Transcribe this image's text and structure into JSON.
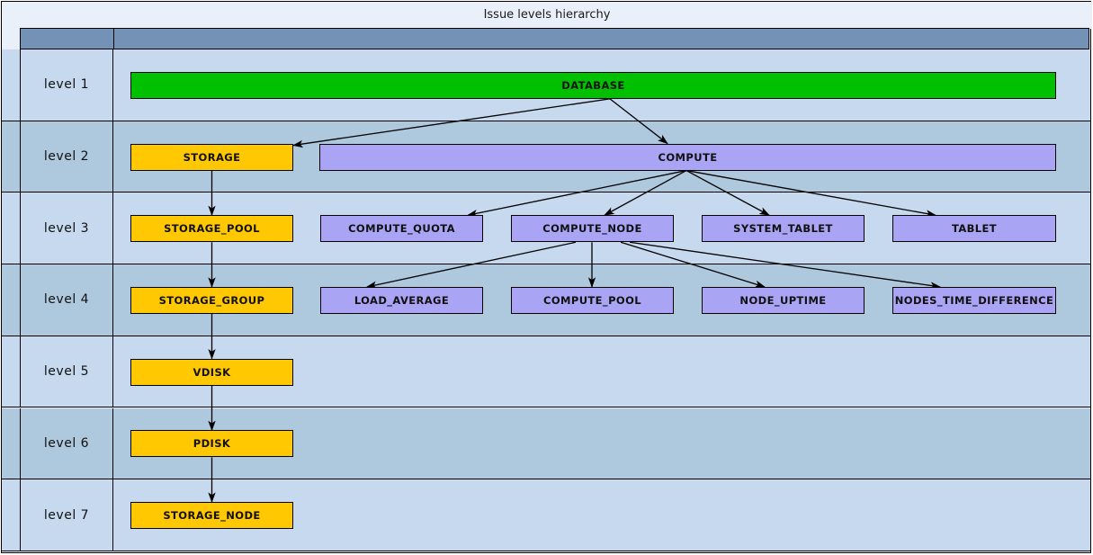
{
  "title": "Issue levels hierarchy",
  "colors": {
    "panel_bg": "#eaf0fa",
    "header_band": "#7392b5",
    "row_light": "#c6d9ee",
    "row_dark": "#aec8dd",
    "green": "#00c000",
    "yellow": "#ffc800",
    "purple": "#aaa4f5",
    "stroke": "#000000"
  },
  "levels": [
    {
      "label": "level 1"
    },
    {
      "label": "level 2"
    },
    {
      "label": "level 3"
    },
    {
      "label": "level 4"
    },
    {
      "label": "level 5"
    },
    {
      "label": "level 6"
    },
    {
      "label": "level 7"
    }
  ],
  "nodes": [
    {
      "id": "database",
      "label": "DATABASE",
      "level": 1,
      "color": "green"
    },
    {
      "id": "storage",
      "label": "STORAGE",
      "level": 2,
      "color": "yellow"
    },
    {
      "id": "compute",
      "label": "COMPUTE",
      "level": 2,
      "color": "purple"
    },
    {
      "id": "storage_pool",
      "label": "STORAGE_POOL",
      "level": 3,
      "color": "yellow"
    },
    {
      "id": "compute_quota",
      "label": "COMPUTE_QUOTA",
      "level": 3,
      "color": "purple"
    },
    {
      "id": "compute_node",
      "label": "COMPUTE_NODE",
      "level": 3,
      "color": "purple"
    },
    {
      "id": "system_tablet",
      "label": "SYSTEM_TABLET",
      "level": 3,
      "color": "purple"
    },
    {
      "id": "tablet",
      "label": "TABLET",
      "level": 3,
      "color": "purple"
    },
    {
      "id": "storage_group",
      "label": "STORAGE_GROUP",
      "level": 4,
      "color": "yellow"
    },
    {
      "id": "load_average",
      "label": "LOAD_AVERAGE",
      "level": 4,
      "color": "purple"
    },
    {
      "id": "compute_pool",
      "label": "COMPUTE_POOL",
      "level": 4,
      "color": "purple"
    },
    {
      "id": "node_uptime",
      "label": "NODE_UPTIME",
      "level": 4,
      "color": "purple"
    },
    {
      "id": "nodes_time_difference",
      "label": "NODES_TIME_DIFFERENCE",
      "level": 4,
      "color": "purple"
    },
    {
      "id": "vdisk",
      "label": "VDISK",
      "level": 5,
      "color": "yellow"
    },
    {
      "id": "pdisk",
      "label": "PDISK",
      "level": 6,
      "color": "yellow"
    },
    {
      "id": "storage_node",
      "label": "STORAGE_NODE",
      "level": 7,
      "color": "yellow"
    }
  ],
  "edges": [
    {
      "from": "database",
      "to": "storage"
    },
    {
      "from": "database",
      "to": "compute"
    },
    {
      "from": "storage",
      "to": "storage_pool"
    },
    {
      "from": "compute",
      "to": "compute_quota"
    },
    {
      "from": "compute",
      "to": "compute_node"
    },
    {
      "from": "compute",
      "to": "system_tablet"
    },
    {
      "from": "compute",
      "to": "tablet"
    },
    {
      "from": "storage_pool",
      "to": "storage_group"
    },
    {
      "from": "compute_node",
      "to": "load_average"
    },
    {
      "from": "compute_node",
      "to": "compute_pool"
    },
    {
      "from": "compute_node",
      "to": "node_uptime"
    },
    {
      "from": "compute_node",
      "to": "nodes_time_difference"
    },
    {
      "from": "storage_group",
      "to": "vdisk"
    },
    {
      "from": "vdisk",
      "to": "pdisk"
    },
    {
      "from": "pdisk",
      "to": "storage_node"
    }
  ]
}
